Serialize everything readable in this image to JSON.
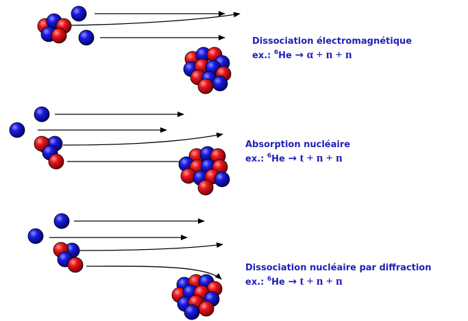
{
  "colors": {
    "proton": "#e0101a",
    "neutron": "#1414cc",
    "text": "#1f1fb8",
    "arrow": "#000000"
  },
  "panels": [
    {
      "title": "Dissociation électromagnétique",
      "eq": {
        "prefix": "ex.:",
        "mass_number": "6",
        "element": "He",
        "arrow": "→",
        "products": [
          "α",
          "n",
          "n"
        ]
      }
    },
    {
      "title": "Absorption nucléaire",
      "eq": {
        "prefix": "ex.:",
        "mass_number": "6",
        "element": "He",
        "arrow": "→",
        "products": [
          "t",
          "n",
          "n"
        ]
      }
    },
    {
      "title": "Dissociation nucléaire par diffraction",
      "eq": {
        "prefix": "ex.:",
        "mass_number": "6",
        "element": "He",
        "arrow": "→",
        "products": [
          "t",
          "n",
          "n"
        ]
      }
    }
  ]
}
